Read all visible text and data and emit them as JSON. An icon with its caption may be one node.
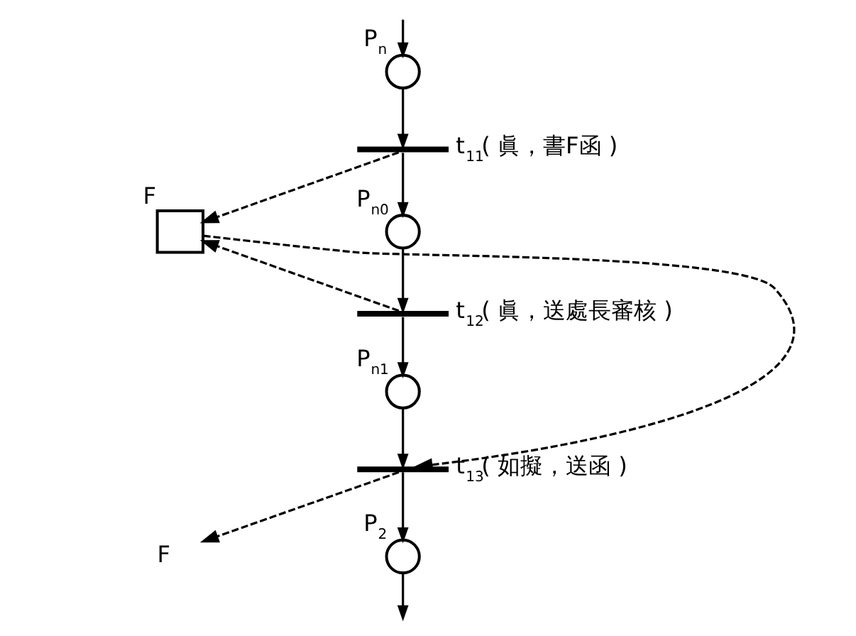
{
  "diagram": {
    "nodes": [
      {
        "text": [],
        "shape": "circle",
        "beside": [
          "P$_{n}$"
        ]
      },
      {
        "text": [],
        "shape": "bar",
        "beside": [
          "t$_{11}$( 眞，書F函 )"
        ]
      },
      {
        "text": [],
        "shape": "circle",
        "beside": [
          "P$_{n0}$"
        ]
      },
      {
        "text": [],
        "shape": "bar",
        "beside": [
          "t$_{12}$( 眞，送處長審核 )"
        ]
      },
      {
        "text": [],
        "shape": "circle",
        "beside": [
          "P$_{n1}$"
        ]
      },
      {
        "text": [],
        "shape": "bar",
        "beside": [
          "t$_{13}$( 如擬，送函 )"
        ]
      },
      {
        "text": [],
        "shape": "circle",
        "beside": [
          "P$_{2}$"
        ]
      },
      {
        "text": [],
        "shape": "box",
        "beside": [
          "F"
        ]
      },
      {
        "text": [
          "F"
        ]
      }
    ],
    "edges": [
      {
        "from": null,
        "to": 0,
        "arrow": "to"
      },
      {
        "from": 0,
        "to": 1,
        "arrow": "to"
      },
      {
        "from": 1,
        "to": 2,
        "arrow": "to"
      },
      {
        "from": 2,
        "to": 3,
        "arrow": "to"
      },
      {
        "from": 3,
        "to": 4,
        "arrow": "to"
      },
      {
        "from": 4,
        "to": 5,
        "arrow": "to"
      },
      {
        "from": 5,
        "to": 6,
        "arrow": "to"
      },
      {
        "from": 6,
        "to": null,
        "arrow": "to"
      },
      {
        "from": 1,
        "to": 7,
        "arrow": "to",
        "style": "dashed"
      },
      {
        "from": 3,
        "to": 7,
        "arrow": "to",
        "style": "dashed"
      },
      {
        "from": 7,
        "to": 5,
        "arrow": "to",
        "style": "dashed"
      },
      {
        "from": 5,
        "to": 8,
        "arrow": "to",
        "style": "dashed"
      }
    ]
  }
}
